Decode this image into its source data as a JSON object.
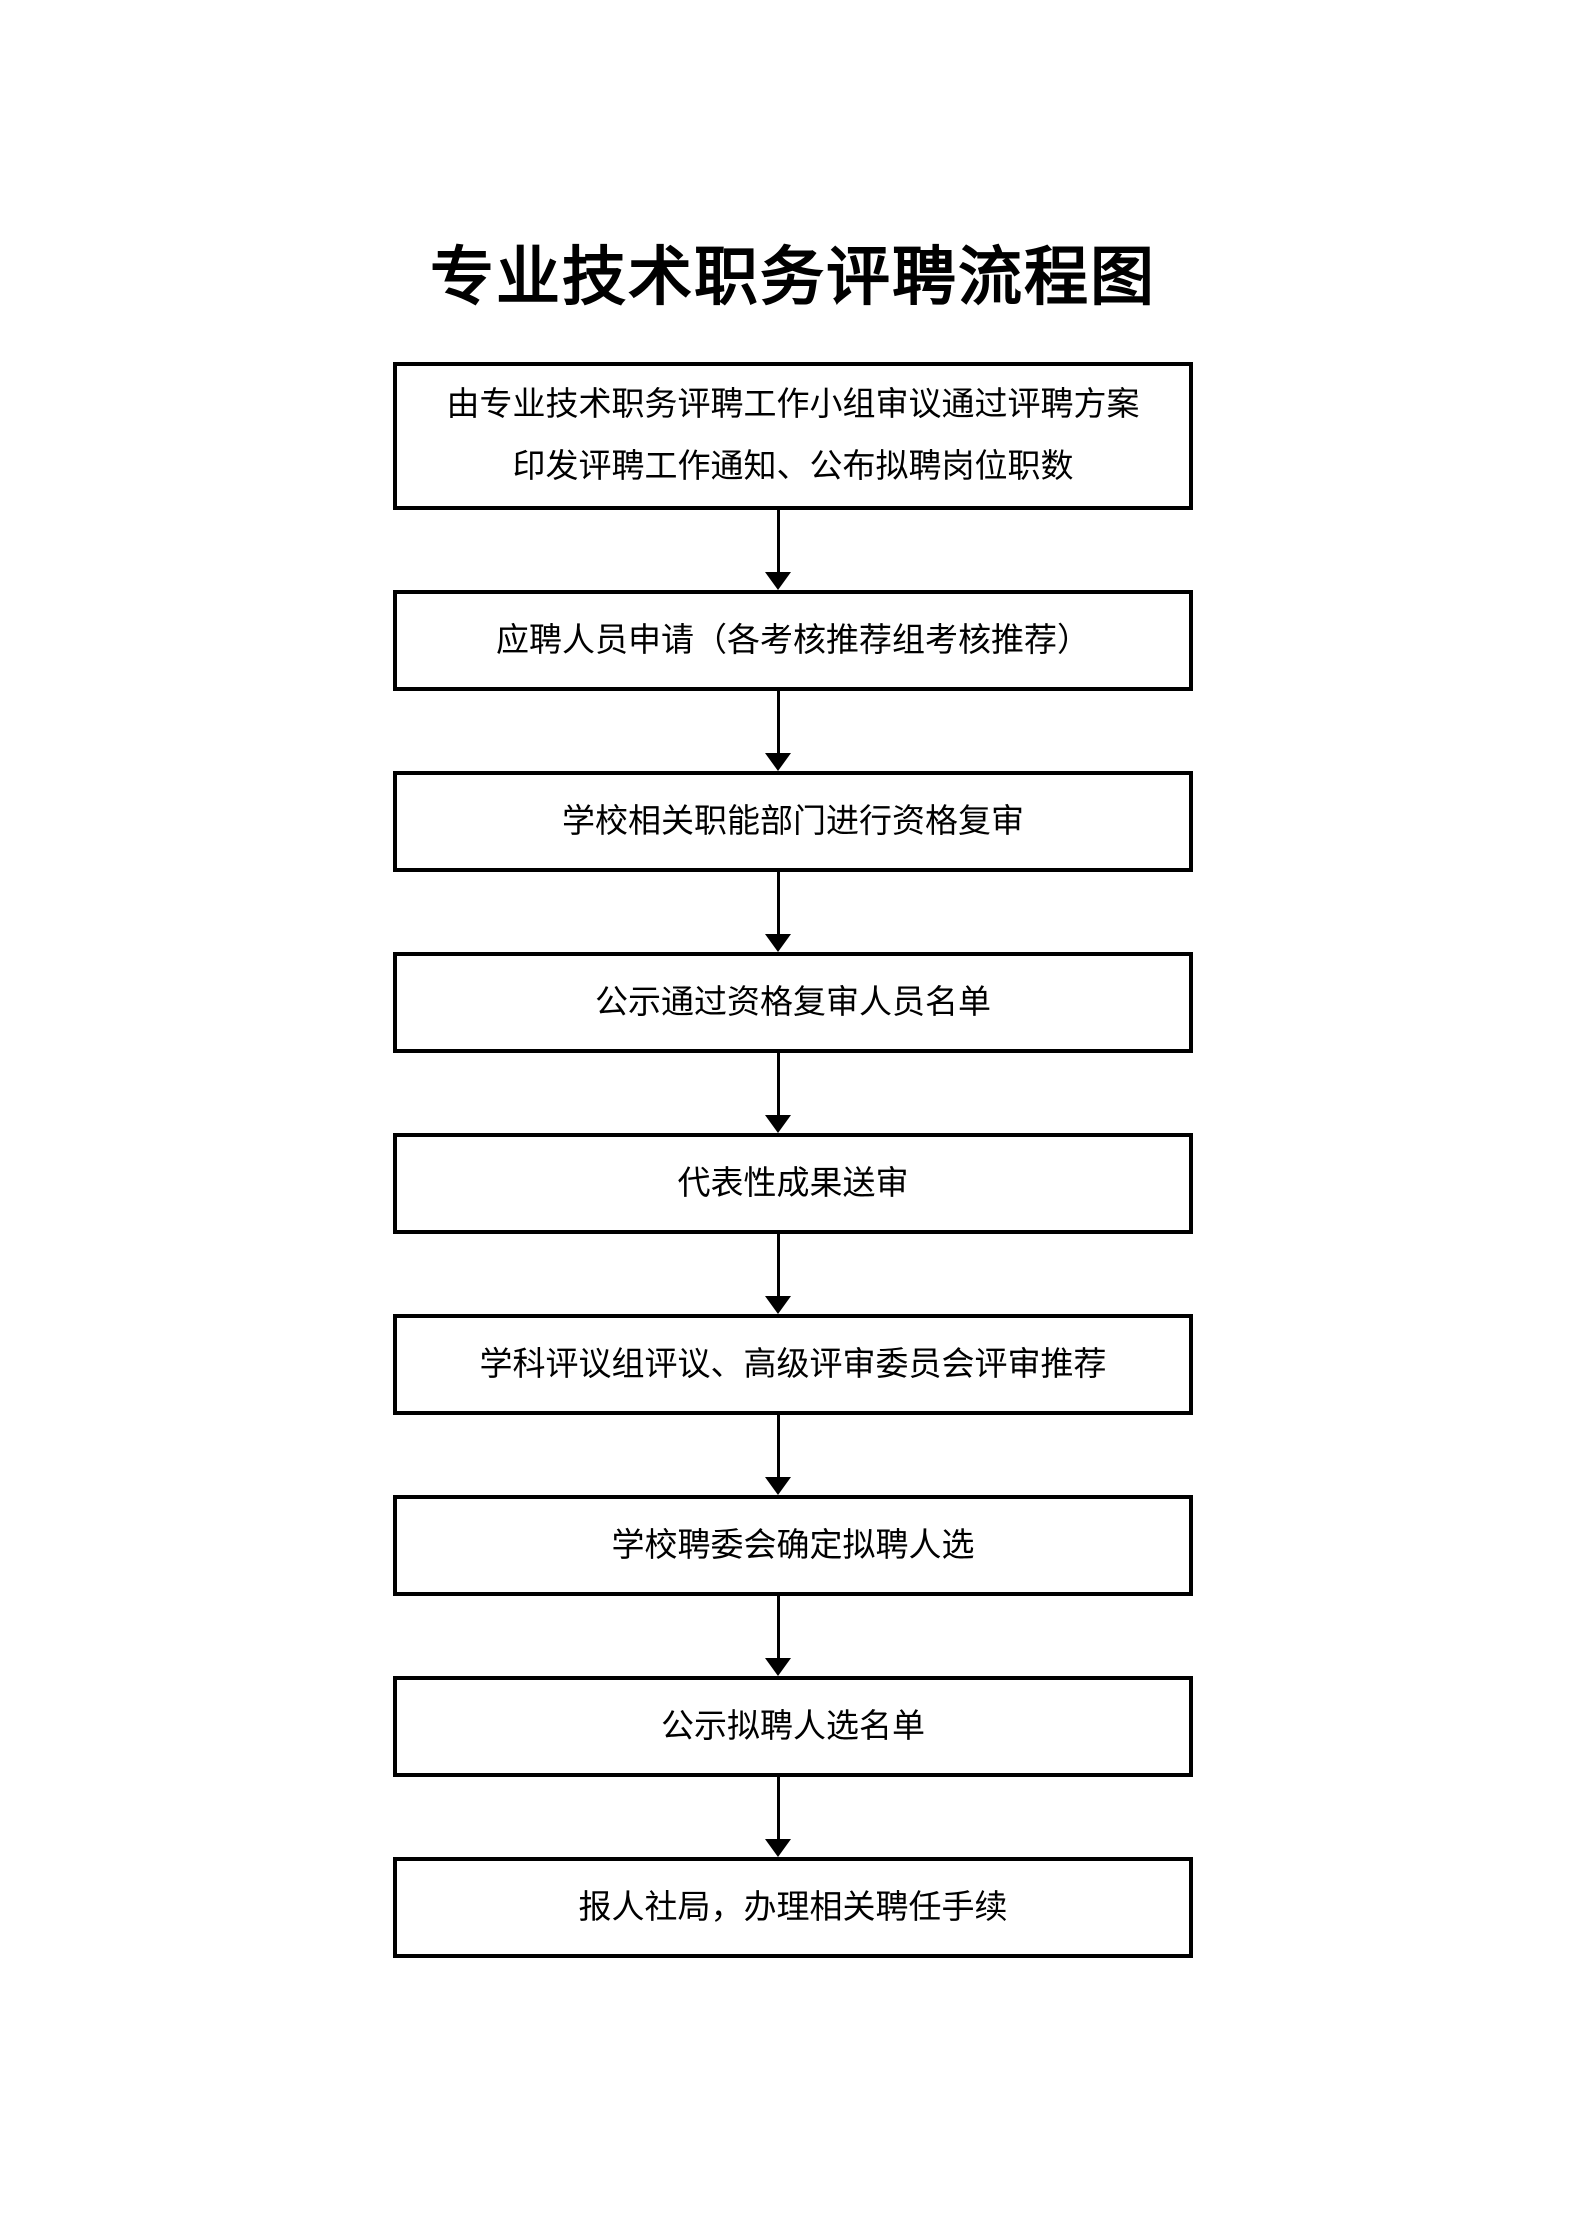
{
  "page": {
    "title": "专业技术职务评聘流程图"
  },
  "flow": {
    "steps": [
      {
        "name": "plan-approval",
        "lines": [
          "由专业技术职务评聘工作小组审议通过评聘方案",
          "印发评聘工作通知、公布拟聘岗位职数"
        ]
      },
      {
        "name": "application",
        "lines": [
          "应聘人员申请（各考核推荐组考核推荐）"
        ]
      },
      {
        "name": "qualification-review",
        "lines": [
          "学校相关职能部门进行资格复审"
        ]
      },
      {
        "name": "qualification-publicity",
        "lines": [
          "公示通过资格复审人员名单"
        ]
      },
      {
        "name": "achievements-review",
        "lines": [
          "代表性成果送审"
        ]
      },
      {
        "name": "committee-evaluation",
        "lines": [
          "学科评议组评议、高级评审委员会评审推荐"
        ]
      },
      {
        "name": "final-selection",
        "lines": [
          "学校聘委会确定拟聘人选"
        ]
      },
      {
        "name": "candidate-publicity",
        "lines": [
          "公示拟聘人选名单"
        ]
      },
      {
        "name": "appointment-procedures",
        "lines": [
          "报人社局，办理相关聘任手续"
        ]
      }
    ]
  }
}
